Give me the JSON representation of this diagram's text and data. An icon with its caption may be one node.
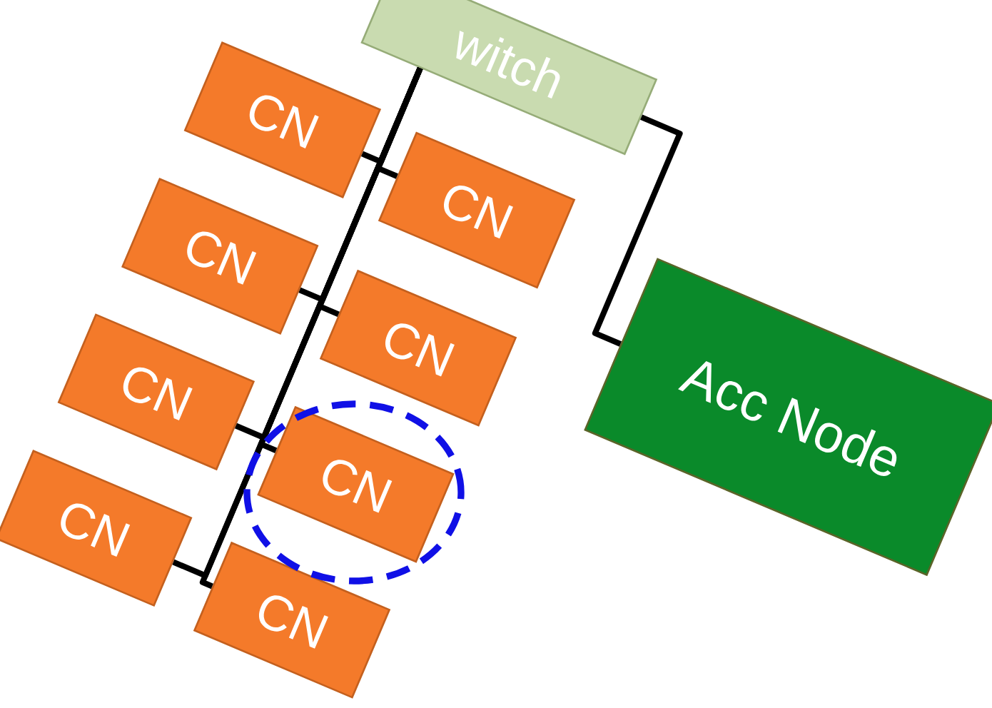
{
  "diagram": {
    "nodes": [
      {
        "text": [
          "witch"
        ]
      },
      {
        "text": [
          "CN"
        ]
      },
      {
        "text": [
          "CN"
        ]
      },
      {
        "text": [
          "CN"
        ]
      },
      {
        "text": [
          "CN"
        ]
      },
      {
        "text": [
          "CN"
        ]
      },
      {
        "text": [
          "CN"
        ]
      },
      {
        "text": [
          "CN"
        ]
      },
      {
        "text": [
          "CN"
        ]
      },
      {
        "text": [
          "Acc Node"
        ]
      }
    ],
    "edges": [
      {
        "from": 0,
        "to": 1,
        "arrow": "none"
      },
      {
        "from": 0,
        "to": 2,
        "arrow": "none"
      },
      {
        "from": 0,
        "to": 3,
        "arrow": "none"
      },
      {
        "from": 0,
        "to": 4,
        "arrow": "none"
      },
      {
        "from": 0,
        "to": 5,
        "arrow": "none"
      },
      {
        "from": 0,
        "to": 6,
        "arrow": "none"
      },
      {
        "from": 0,
        "to": 7,
        "arrow": "none"
      },
      {
        "from": 0,
        "to": 8,
        "arrow": "none"
      },
      {
        "from": 0,
        "to": 9,
        "arrow": "none"
      }
    ]
  }
}
